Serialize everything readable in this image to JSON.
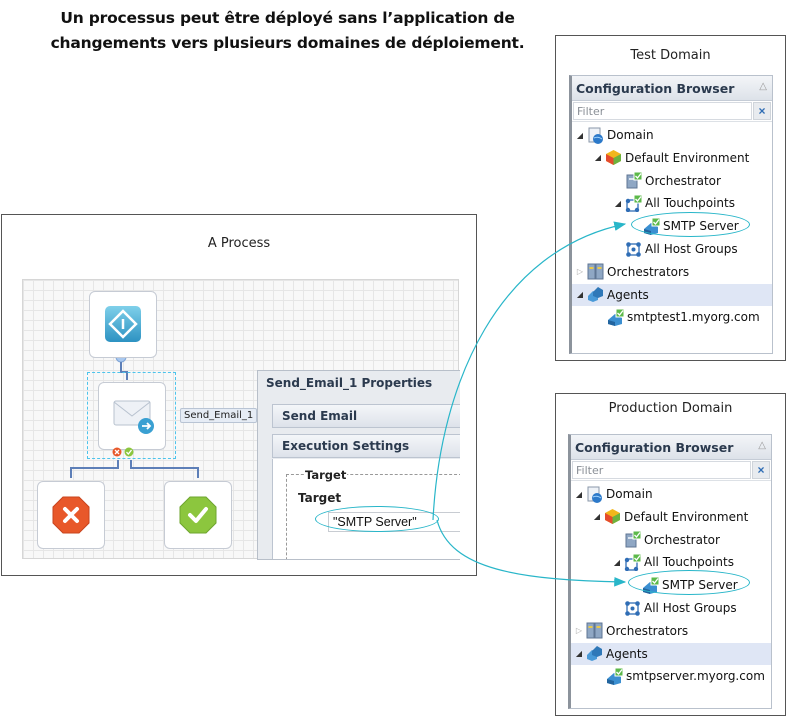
{
  "headline": {
    "line1": "Un processus peut être déployé sans l’application de",
    "line2": "changements vers plusieurs domaines de déploiement."
  },
  "process": {
    "title": "A Process",
    "nodes": {
      "start": {
        "icon": "start-diamond-icon"
      },
      "send_email": {
        "label": "Send_Email_1",
        "icon": "envelope-send-icon"
      },
      "failure": {
        "icon": "failure-x-octagon-icon"
      },
      "success": {
        "icon": "success-check-octagon-icon"
      }
    },
    "properties": {
      "title": "Send_Email_1 Properties",
      "sections": [
        "Send Email",
        "Execution Settings"
      ],
      "fieldset_legend": "Target",
      "target_label": "Target",
      "target_value": "\"SMTP Server\""
    }
  },
  "domains": [
    {
      "title": "Test Domain",
      "browser": {
        "header": "Configuration Browser",
        "filter_placeholder": "Filter",
        "clear_label": "×",
        "collapse_label": "△",
        "tree": [
          {
            "label": "Domain",
            "icon": "domain-globe-icon",
            "toggle": "open"
          },
          {
            "label": "Default Environment",
            "icon": "environment-cube-icon",
            "toggle": "open"
          },
          {
            "label": "Orchestrator",
            "icon": "orchestrator-check-icon",
            "toggle": "none"
          },
          {
            "label": "All Touchpoints",
            "icon": "touchpoints-network-icon",
            "toggle": "open"
          },
          {
            "label": "SMTP Server",
            "icon": "touchpoint-server-icon",
            "toggle": "none",
            "circled": true
          },
          {
            "label": "All Host Groups",
            "icon": "host-groups-network-icon",
            "toggle": "none"
          },
          {
            "label": "Orchestrators",
            "icon": "orchestrators-rack-icon",
            "toggle": "closed"
          },
          {
            "label": "Agents",
            "icon": "agents-icon",
            "toggle": "open",
            "selected": true
          },
          {
            "label": "smtptest1.myorg.com",
            "icon": "agent-server-icon",
            "toggle": "none"
          }
        ]
      }
    },
    {
      "title": "Production Domain",
      "browser": {
        "header": "Configuration Browser",
        "filter_placeholder": "Filter",
        "clear_label": "×",
        "collapse_label": "△",
        "tree": [
          {
            "label": "Domain",
            "icon": "domain-globe-icon",
            "toggle": "open"
          },
          {
            "label": "Default Environment",
            "icon": "environment-cube-icon",
            "toggle": "open"
          },
          {
            "label": "Orchestrator",
            "icon": "orchestrator-check-icon",
            "toggle": "none"
          },
          {
            "label": "All Touchpoints",
            "icon": "touchpoints-network-icon",
            "toggle": "open"
          },
          {
            "label": "SMTP Server",
            "icon": "touchpoint-server-icon",
            "toggle": "none",
            "circled": true
          },
          {
            "label": "All Host Groups",
            "icon": "host-groups-network-icon",
            "toggle": "none"
          },
          {
            "label": "Orchestrators",
            "icon": "orchestrators-rack-icon",
            "toggle": "closed"
          },
          {
            "label": "Agents",
            "icon": "agents-icon",
            "toggle": "open",
            "selected": true
          },
          {
            "label": "smtpserver.myorg.com",
            "icon": "agent-server-icon",
            "toggle": "none"
          }
        ]
      }
    }
  ],
  "colors": {
    "connector": "#29b6c9",
    "selection_dash": "#4dc4ec",
    "highlight_row": "#dfe6f5",
    "failure": "#e8582a",
    "success": "#8cc63e"
  }
}
